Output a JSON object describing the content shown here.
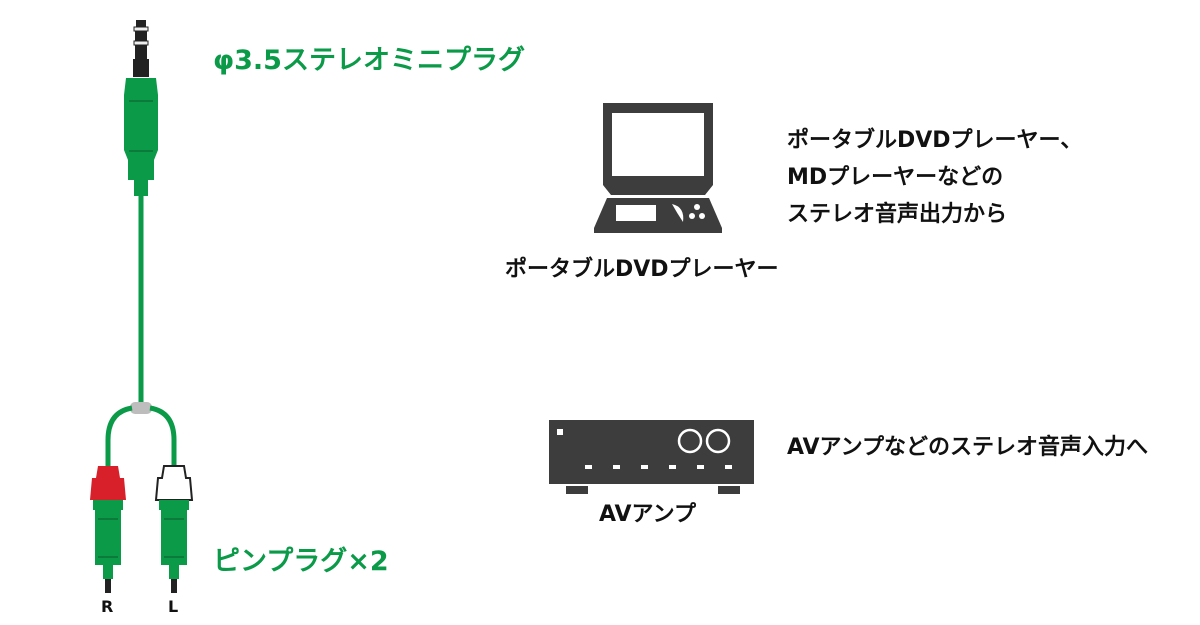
{
  "cable": {
    "mini_plug_label": "φ3.5ステレオミニプラグ",
    "pin_plug_label": "ピンプラグ×2",
    "right_label": "R",
    "left_label": "L",
    "colors": {
      "cable": "#0a9a48",
      "right_plug": "#d7202a",
      "left_plug": "#ffffff",
      "splitter": "#bdbdbd",
      "metal": "#222222"
    }
  },
  "devices": {
    "dvd": {
      "name": "ポータブルDVDプレーヤー",
      "description": [
        "ポータブルDVDプレーヤー、",
        "MDプレーヤーなどの",
        "ステレオ音声出力から"
      ]
    },
    "amp": {
      "name": "AVアンプ",
      "description": "AVアンプなどのステレオ音声入力へ"
    }
  }
}
